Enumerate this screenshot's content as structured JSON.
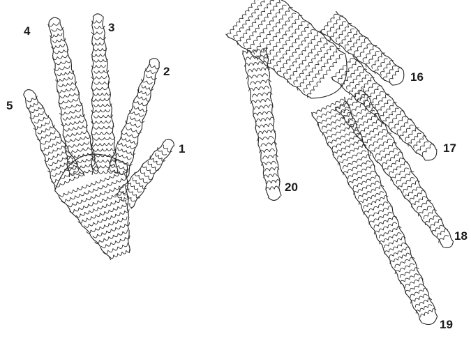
{
  "labels": {
    "n1": "1",
    "n2": "2",
    "n3": "3",
    "n4": "4",
    "n5": "5",
    "n16": "16",
    "n17": "17",
    "n18": "18",
    "n19": "19",
    "n20": "20"
  },
  "colors": {
    "ink": "#2b2b2b",
    "background": "#ffffff"
  }
}
